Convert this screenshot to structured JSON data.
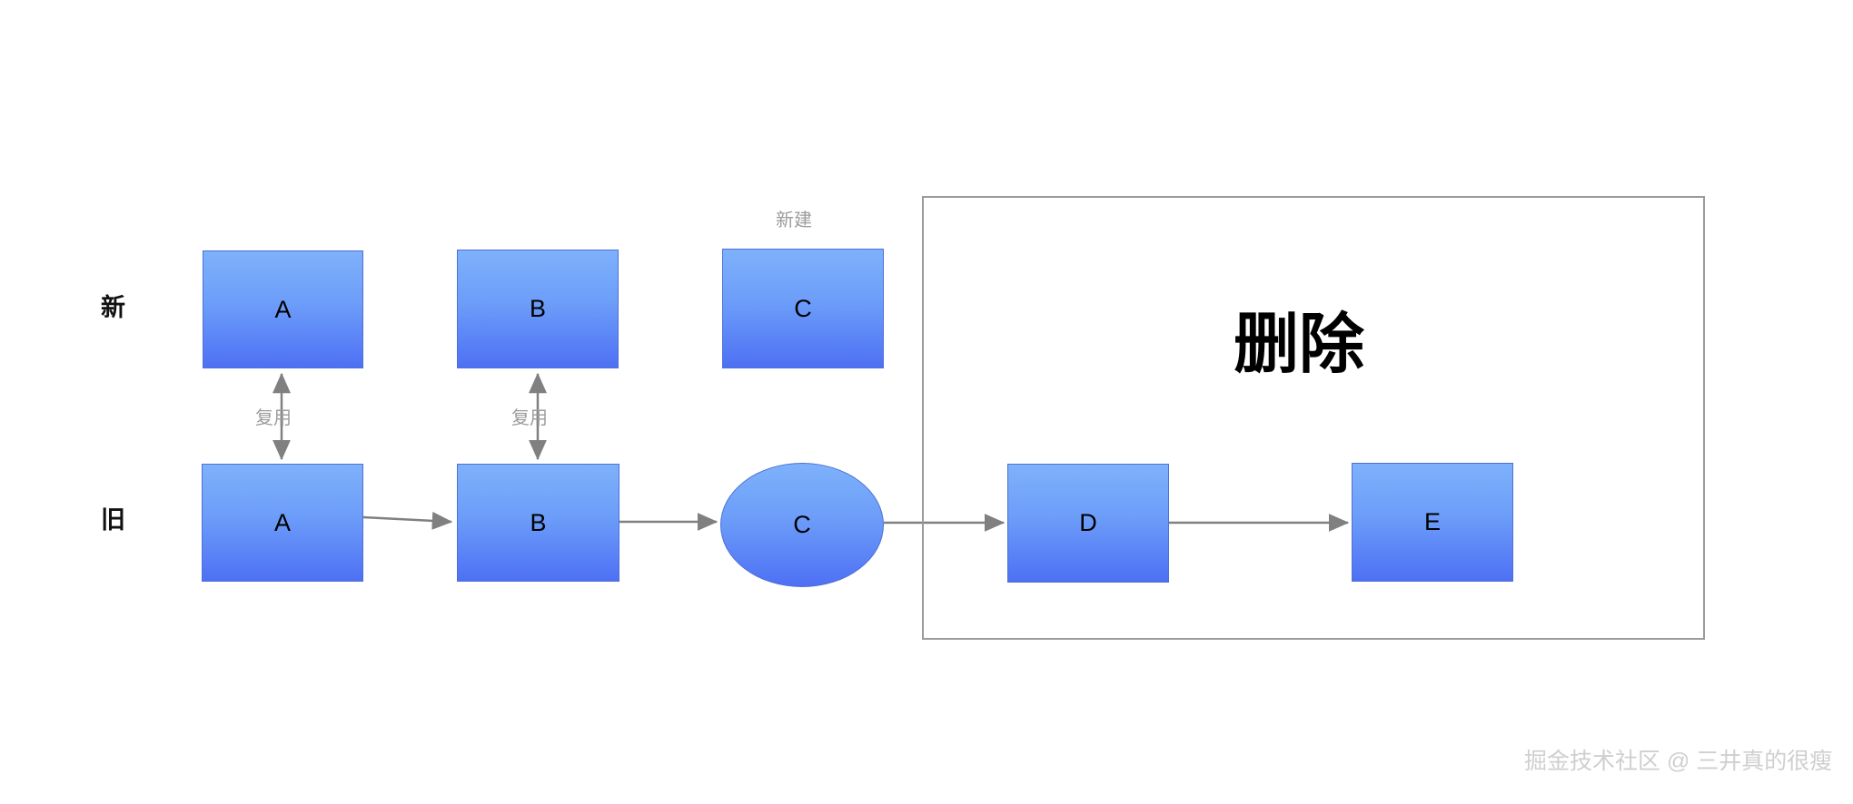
{
  "diagram": {
    "title": "Virtual DOM diff reuse diagram",
    "background": "#ffffff",
    "node_fill_top": "#7eb1fb",
    "node_fill_bottom": "#4e70f4",
    "node_border": "#4f6fd6",
    "edge_color": "#808080",
    "caption_color": "#9c9c9c",
    "region_border": "#9b9b9b"
  },
  "rows": {
    "new": {
      "label": "新"
    },
    "old": {
      "label": "旧"
    }
  },
  "nodes": {
    "new_a": {
      "label": "A"
    },
    "new_b": {
      "label": "B"
    },
    "new_c": {
      "label": "C"
    },
    "old_a": {
      "label": "A"
    },
    "old_b": {
      "label": "B"
    },
    "old_c": {
      "label": "C"
    },
    "old_d": {
      "label": "D"
    },
    "old_e": {
      "label": "E"
    }
  },
  "captions": {
    "reuse_a": "复用",
    "reuse_b": "复用",
    "create_c": "新建"
  },
  "region": {
    "delete_label": "删除"
  },
  "watermark": {
    "text": "掘金技术社区 @ 三井真的很瘦"
  }
}
